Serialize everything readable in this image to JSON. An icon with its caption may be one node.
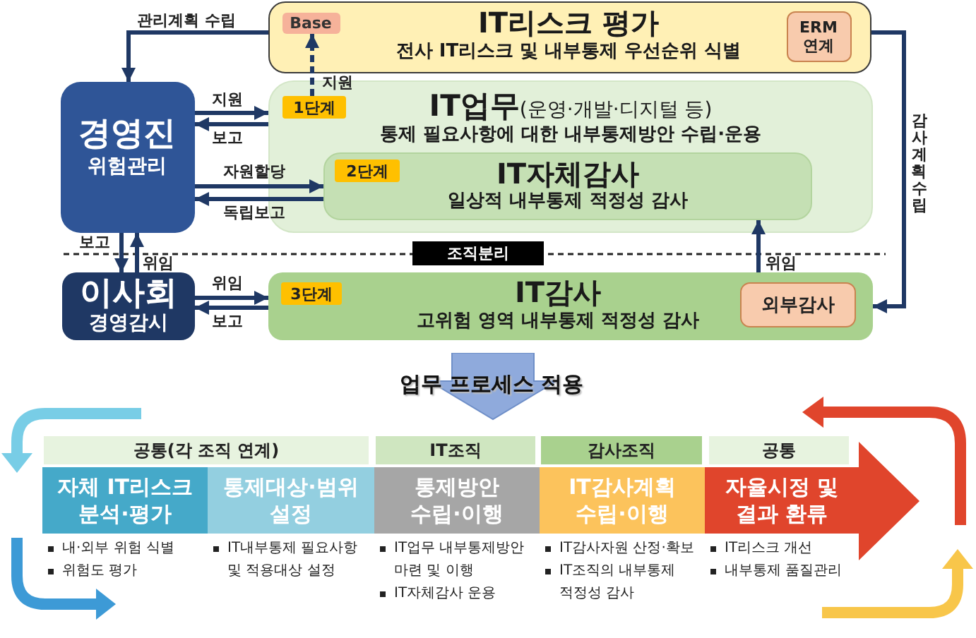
{
  "diagram": {
    "nodes": [
      {
        "text": [
          "IT리스크 평가",
          "전사 IT리스크 및 내부통제 우선순위 식별"
        ]
      },
      {
        "text": [
          "Base"
        ],
        "in": 0
      },
      {
        "text": [
          "ERM 연계"
        ],
        "in": 0
      },
      {
        "text": [
          "경영진",
          "위험관리"
        ]
      },
      {
        "text": [
          "**IT업무**(운영·개발·디지털 등)",
          "통제 필요사항에 대한 내부통제방안 수립·운용"
        ]
      },
      {
        "text": [
          "1단계"
        ],
        "in": 4
      },
      {
        "text": [
          "IT자체감사",
          "일상적 내부통제 적정성 감사"
        ],
        "in": 4
      },
      {
        "text": [
          "2단계"
        ],
        "in": 6
      },
      {
        "text": [
          "조직분리"
        ]
      },
      {
        "text": [
          "이사회",
          "경영감시"
        ]
      },
      {
        "text": [
          "IT감사",
          "고위험 영역 내부통제 적정성 감사"
        ]
      },
      {
        "text": [
          "3단계"
        ],
        "in": 10
      },
      {
        "text": [
          "외부감사"
        ],
        "in": 10
      },
      {
        "text": [
          "업무 프로세스 적용"
        ]
      },
      {
        "text": [
          "공통(각 조직 연계)"
        ]
      },
      {
        "text": [
          "IT조직"
        ]
      },
      {
        "text": [
          "감사조직"
        ]
      },
      {
        "text": [
          "공통"
        ]
      },
      {
        "text": [
          "자체 IT리스크 분석·평가"
        ],
        "beside": [
          "내·외부 위험 식별",
          "위험도 평가"
        ]
      },
      {
        "text": [
          "통제대상·범위 설정"
        ],
        "beside": [
          "IT내부통제 필요사항 및 적용대상 설정"
        ]
      },
      {
        "text": [
          "통제방안 수립·이행"
        ],
        "beside": [
          "IT업무 내부통제방안 마련 및 이행",
          "IT자체감사 운용"
        ]
      },
      {
        "text": [
          "IT감사계획 수립·이행"
        ],
        "beside": [
          "IT감사자원 산정·확보",
          "IT조직의 내부통제 적정성 감사"
        ]
      },
      {
        "text": [
          "자율시정 및 결과 환류"
        ],
        "beside": [
          "IT리스크 개선",
          "내부통제 품질관리"
        ]
      }
    ],
    "edges": [
      {
        "from": 0,
        "to": 3,
        "arrow": "to",
        "label": "관리계획 수립"
      },
      {
        "from": 5,
        "to": 1,
        "arrow": "to",
        "label": "지원",
        "style": "dashed"
      },
      {
        "from": 3,
        "to": 4,
        "arrow": "to",
        "label": "지원"
      },
      {
        "from": 4,
        "to": 3,
        "arrow": "to",
        "label": "보고"
      },
      {
        "from": 3,
        "to": 6,
        "arrow": "to",
        "label": "자원할당"
      },
      {
        "from": 6,
        "to": 3,
        "arrow": "to",
        "label": "독립보고"
      },
      {
        "from": 3,
        "to": 9,
        "arrow": "to",
        "label": "보고"
      },
      {
        "from": 9,
        "to": 3,
        "arrow": "to",
        "label": "위임"
      },
      {
        "from": 9,
        "to": 10,
        "arrow": "to",
        "label": "위임"
      },
      {
        "from": 10,
        "to": 9,
        "arrow": "to",
        "label": "보고"
      },
      {
        "from": 10,
        "to": 6,
        "arrow": "to",
        "label": "위임"
      },
      {
        "from": 0,
        "to": 10,
        "arrow": "to",
        "label": "감사계획 수립"
      }
    ]
  }
}
